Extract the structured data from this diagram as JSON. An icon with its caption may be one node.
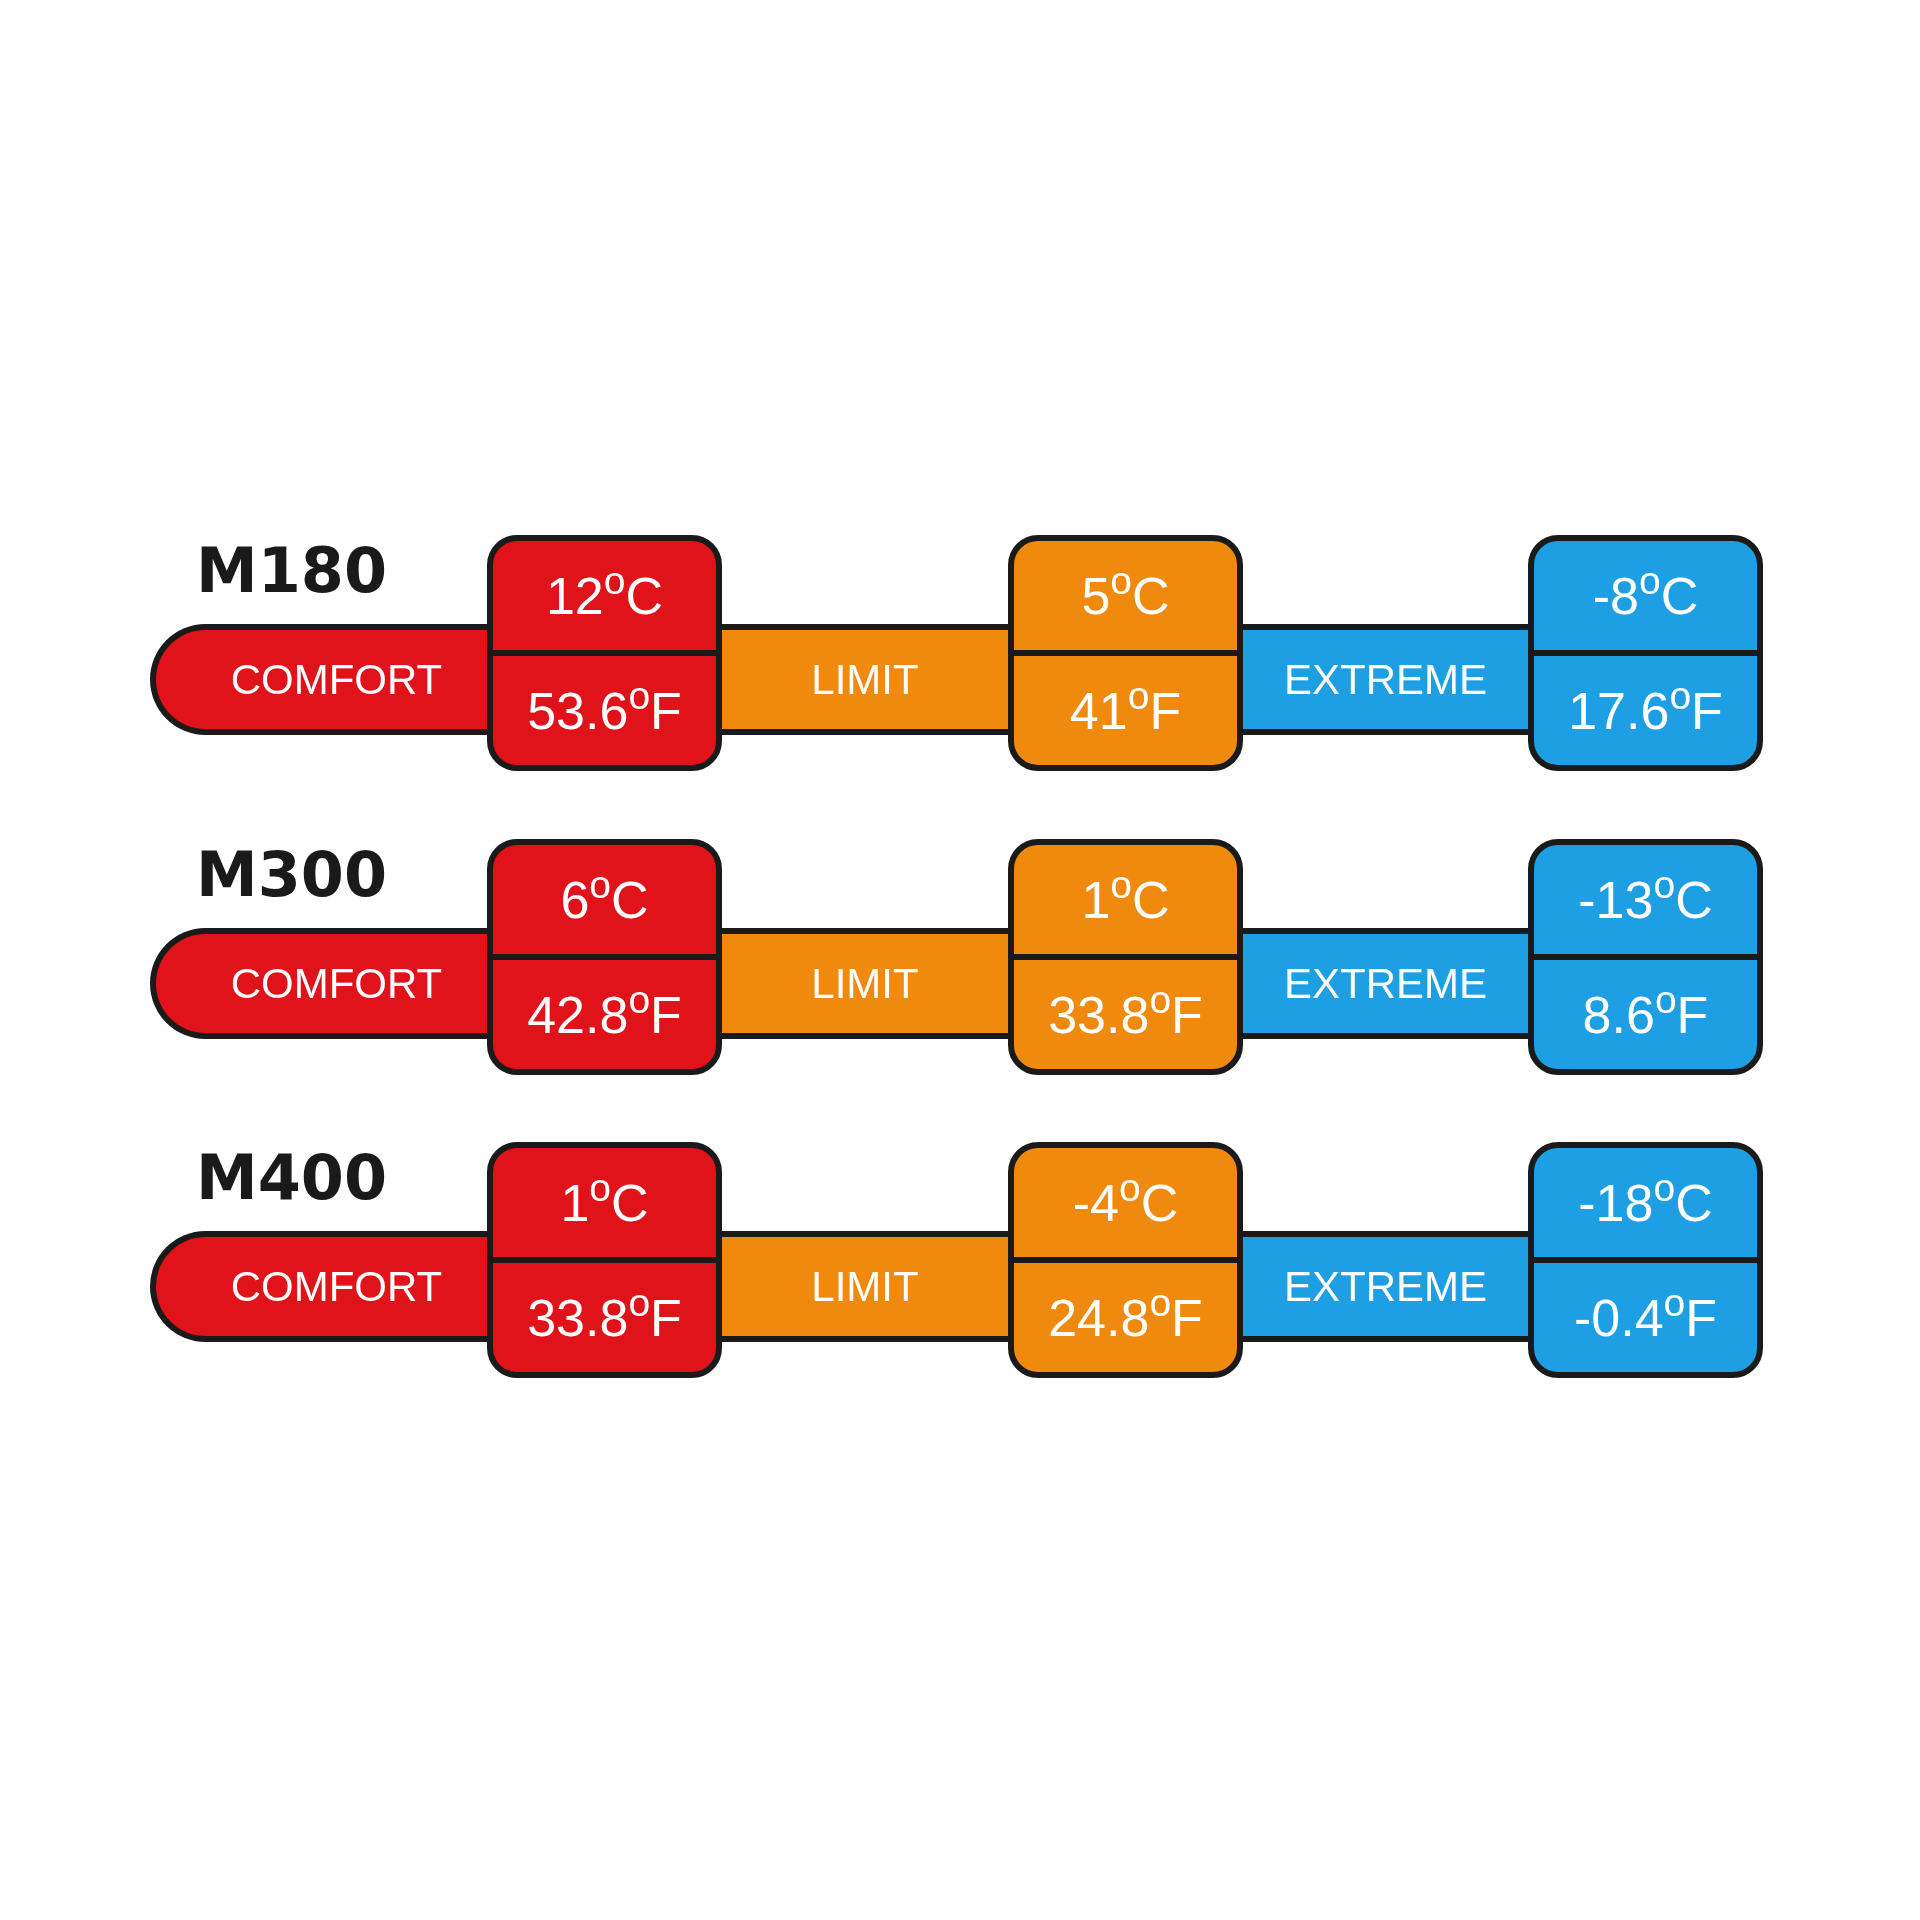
{
  "diagram": {
    "nodes": [
      {
        "text": [
          "COMFORT"
        ]
      },
      {
        "text": [
          "12$^{o}$C",
          "53.6$^{o}$F"
        ]
      },
      {
        "text": [
          "LIMIT"
        ]
      },
      {
        "text": [
          "5$^{o}$C",
          "41$^{o}$F"
        ]
      },
      {
        "text": [
          "EXTREME"
        ]
      },
      {
        "text": [
          "-8$^{o}$C",
          "17.6$^{o}$F"
        ]
      },
      {
        "text": [
          "COMFORT"
        ]
      },
      {
        "text": [
          "6$^{o}$C",
          "42.8$^{o}$F"
        ]
      },
      {
        "text": [
          "LIMIT"
        ]
      },
      {
        "text": [
          "1$^{o}$C",
          "33.8$^{o}$F"
        ]
      },
      {
        "text": [
          "EXTREME"
        ]
      },
      {
        "text": [
          "-13$^{o}$C",
          "8.6$^{o}$F"
        ]
      },
      {
        "text": [
          "COMFORT"
        ]
      },
      {
        "text": [
          "1$^{o}$C",
          "33.8$^{o}$F"
        ]
      },
      {
        "text": [
          "LIMIT"
        ]
      },
      {
        "text": [
          "-4$^{o}$C",
          "24.8$^{o}$F"
        ]
      },
      {
        "text": [
          "EXTREME"
        ]
      },
      {
        "text": [
          "-18$^{o}$C",
          "-0.4$^{o}$F"
        ]
      }
    ],
    "labels": [
      "M180",
      "M300",
      "M400"
    ]
  }
}
